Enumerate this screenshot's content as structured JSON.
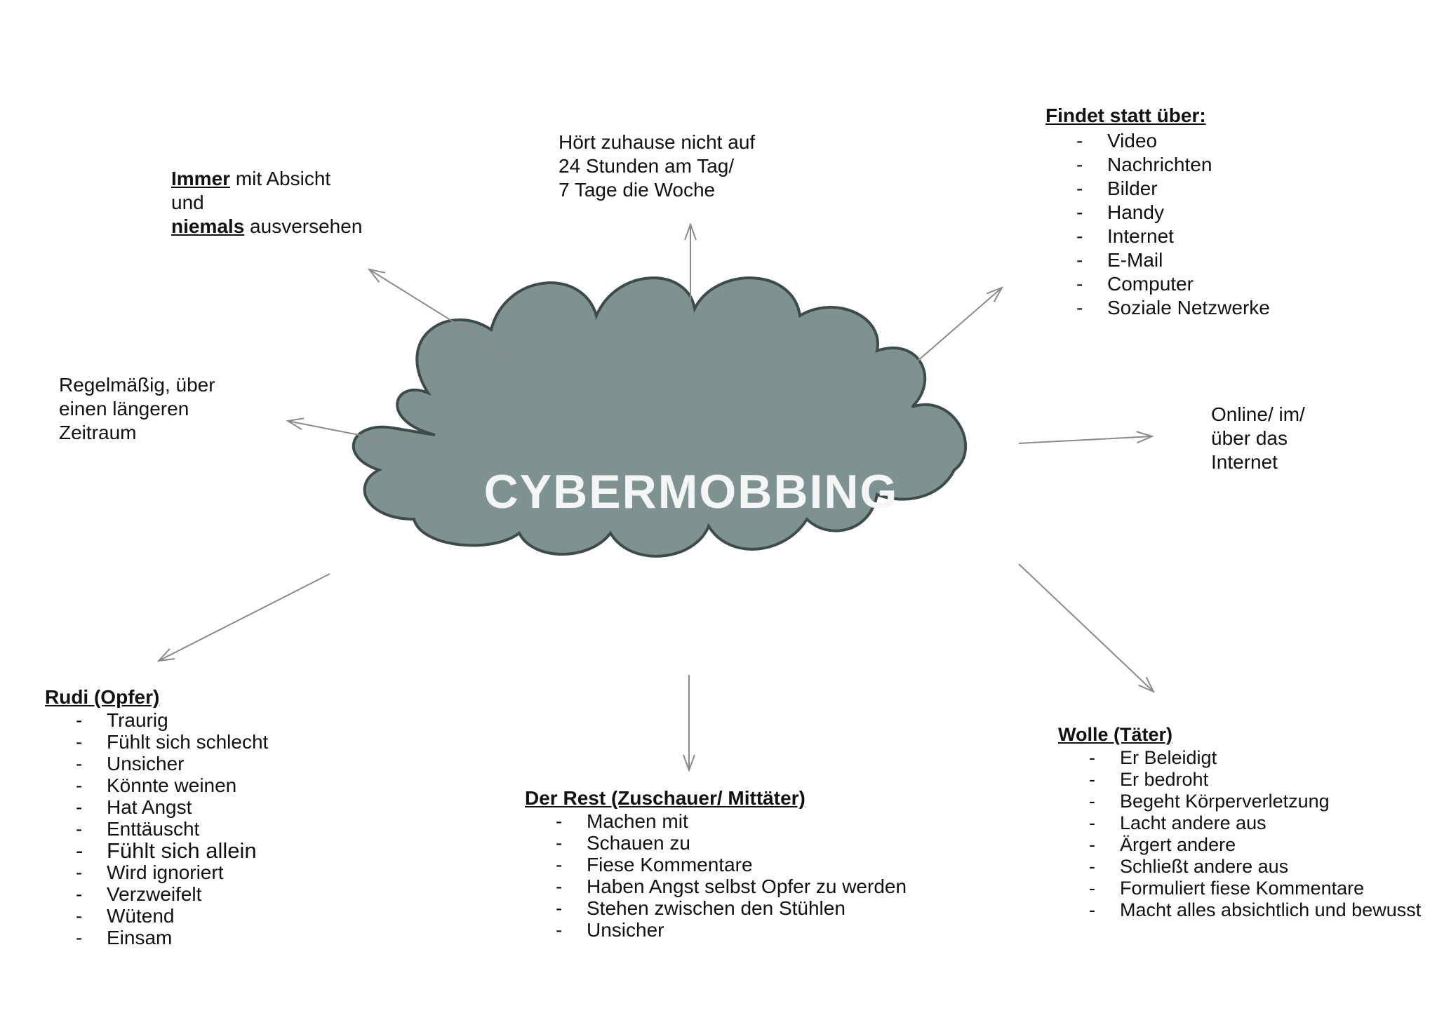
{
  "center": {
    "label": "CYBERMOBBING",
    "fill_color": "#7f9292",
    "stroke_color": "#3e4b4b"
  },
  "absicht": {
    "word1": "Immer",
    "text1": " mit Absicht",
    "text2": "und",
    "word2": "niemals",
    "text3": " ausversehen"
  },
  "zuhause": {
    "lines": [
      "Hört zuhause nicht auf",
      "24 Stunden am Tag/",
      "7 Tage die Woche"
    ]
  },
  "findet": {
    "title": "Findet statt über:",
    "items": [
      "Video",
      "Nachrichten",
      "Bilder",
      "Handy",
      "Internet",
      "E-Mail",
      "Computer",
      "Soziale Netzwerke"
    ]
  },
  "regelmaessig": {
    "lines": [
      "Regelmäßig, über",
      "einen längeren",
      "Zeitraum"
    ]
  },
  "online": {
    "lines": [
      "Online/ im/",
      "über das",
      "Internet"
    ]
  },
  "rudi": {
    "title": "Rudi (Opfer)",
    "items": [
      "Traurig",
      "Fühlt sich schlecht",
      "Unsicher",
      "Könnte weinen",
      "Hat Angst",
      "Enttäuscht",
      "Fühlt sich allein",
      "Wird ignoriert",
      "Verzweifelt",
      "Wütend",
      "Einsam"
    ]
  },
  "rest": {
    "title": "Der Rest (Zuschauer/ Mittäter)",
    "items": [
      "Machen mit",
      "Schauen zu",
      "Fiese Kommentare",
      "Haben Angst selbst Opfer zu werden",
      "Stehen zwischen den Stühlen",
      "Unsicher"
    ]
  },
  "wolle": {
    "title": "Wolle (Täter)",
    "items": [
      "Er Beleidigt",
      "Er bedroht",
      "Begeht Körperverletzung",
      "Lacht andere aus",
      "Ärgert andere",
      "Schließt andere aus",
      "Formuliert fiese Kommentare",
      "Macht alles absichtlich und bewusst"
    ]
  },
  "arrow_color": "#8a8a8a"
}
